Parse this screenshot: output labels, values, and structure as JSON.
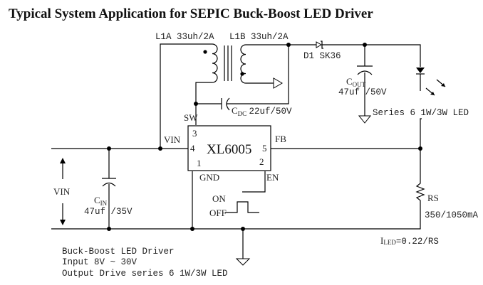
{
  "title": "Typical System Application for SEPIC Buck-Boost LED Driver",
  "components": {
    "l1a": {
      "name": "L1A",
      "value": "33uh/2A"
    },
    "l1b": {
      "name": "L1B",
      "value": "33uh/2A"
    },
    "d1": {
      "name": "D1",
      "part": "SK36"
    },
    "cout": {
      "name": "C",
      "sub": "OUT",
      "value": "47uf /50V"
    },
    "cdc": {
      "name": "C",
      "sub": "DC",
      "value": "22uf/50V"
    },
    "cin": {
      "name": "C",
      "sub": "IN",
      "value": "47uf /35V"
    },
    "rs": {
      "name": "RS",
      "value": "350/1050mA"
    },
    "led": {
      "label": "Series 6 1W/3W LED"
    }
  },
  "chip": {
    "name": "XL6005",
    "pins": [
      {
        "num": "1",
        "label": "GND"
      },
      {
        "num": "2",
        "label": "EN"
      },
      {
        "num": "3",
        "label": "SW"
      },
      {
        "num": "4",
        "label": "VIN"
      },
      {
        "num": "5",
        "label": "FB"
      }
    ]
  },
  "enable": {
    "on": "ON",
    "off": "OFF"
  },
  "vin_label": "VIN",
  "formula": {
    "prefix": "I",
    "sub": "LED",
    "rest": "=0.22/RS"
  },
  "notes": [
    "Buck-Boost LED Driver",
    "Input 8V ~ 30V",
    "Output Drive series 6 1W/3W LED"
  ]
}
